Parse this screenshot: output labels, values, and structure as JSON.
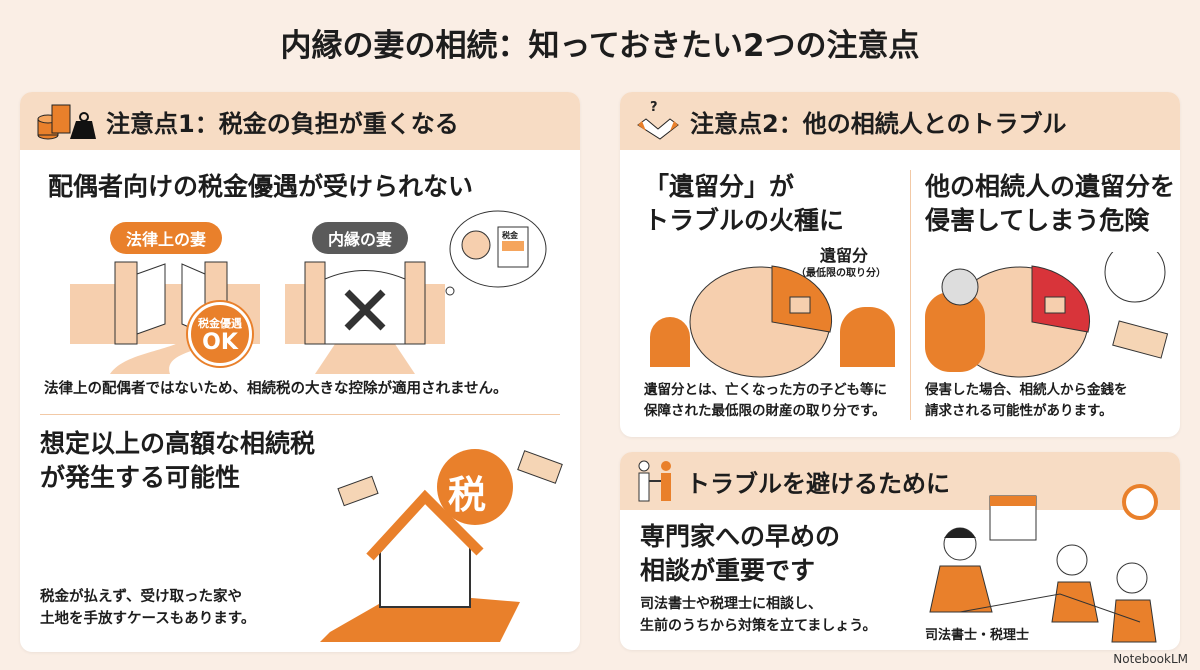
{
  "title": "内縁の妻の相続：知っておきたい2つの注意点",
  "point1": {
    "header": "注意点1：税金の負担が重くなる",
    "section1": {
      "heading": "配偶者向けの税金優遇が受けられない",
      "label_legal": "法律上の妻",
      "label_common": "内縁の妻",
      "badge_top": "税金優遇",
      "badge_bottom": "OK",
      "doc_label": "税金",
      "text": "法律上の配偶者ではないため、相続税の大きな控除が適用されません。"
    },
    "section2": {
      "heading_line1": "想定以上の高額な相続税",
      "heading_line2": "が発生する可能性",
      "tax_char": "税",
      "text_line1": "税金が払えず、受け取った家や",
      "text_line2": "土地を手放すケースもあります。"
    }
  },
  "point2": {
    "header": "注意点2：他の相続人とのトラブル",
    "left": {
      "heading_line1": "「遺留分」が",
      "heading_line2": "トラブルの火種に",
      "pie_label": "遺留分",
      "pie_sublabel": "（最低限の取り分）",
      "text_line1": "遺留分とは、亡くなった方の子ども等に",
      "text_line2": "保障された最低限の財産の取り分です。"
    },
    "right": {
      "heading_line1": "他の相続人の遺留分を",
      "heading_line2": "侵害してしまう危険",
      "text_line1": "侵害した場合、相続人から金銭を",
      "text_line2": "請求される可能性があります。"
    }
  },
  "avoid": {
    "header": "トラブルを避けるために",
    "heading_line1": "専門家への早めの",
    "heading_line2": "相談が重要です",
    "text_line1": "司法書士や税理士に相談し、",
    "text_line2": "生前のうちから対策を立てましょう。",
    "caption": "司法書士・税理士"
  },
  "footer": "NotebookLM",
  "colors": {
    "accent": "#e9802b",
    "band": "#f7dcc4",
    "light": "#f6cfae",
    "danger": "#d8343a"
  }
}
